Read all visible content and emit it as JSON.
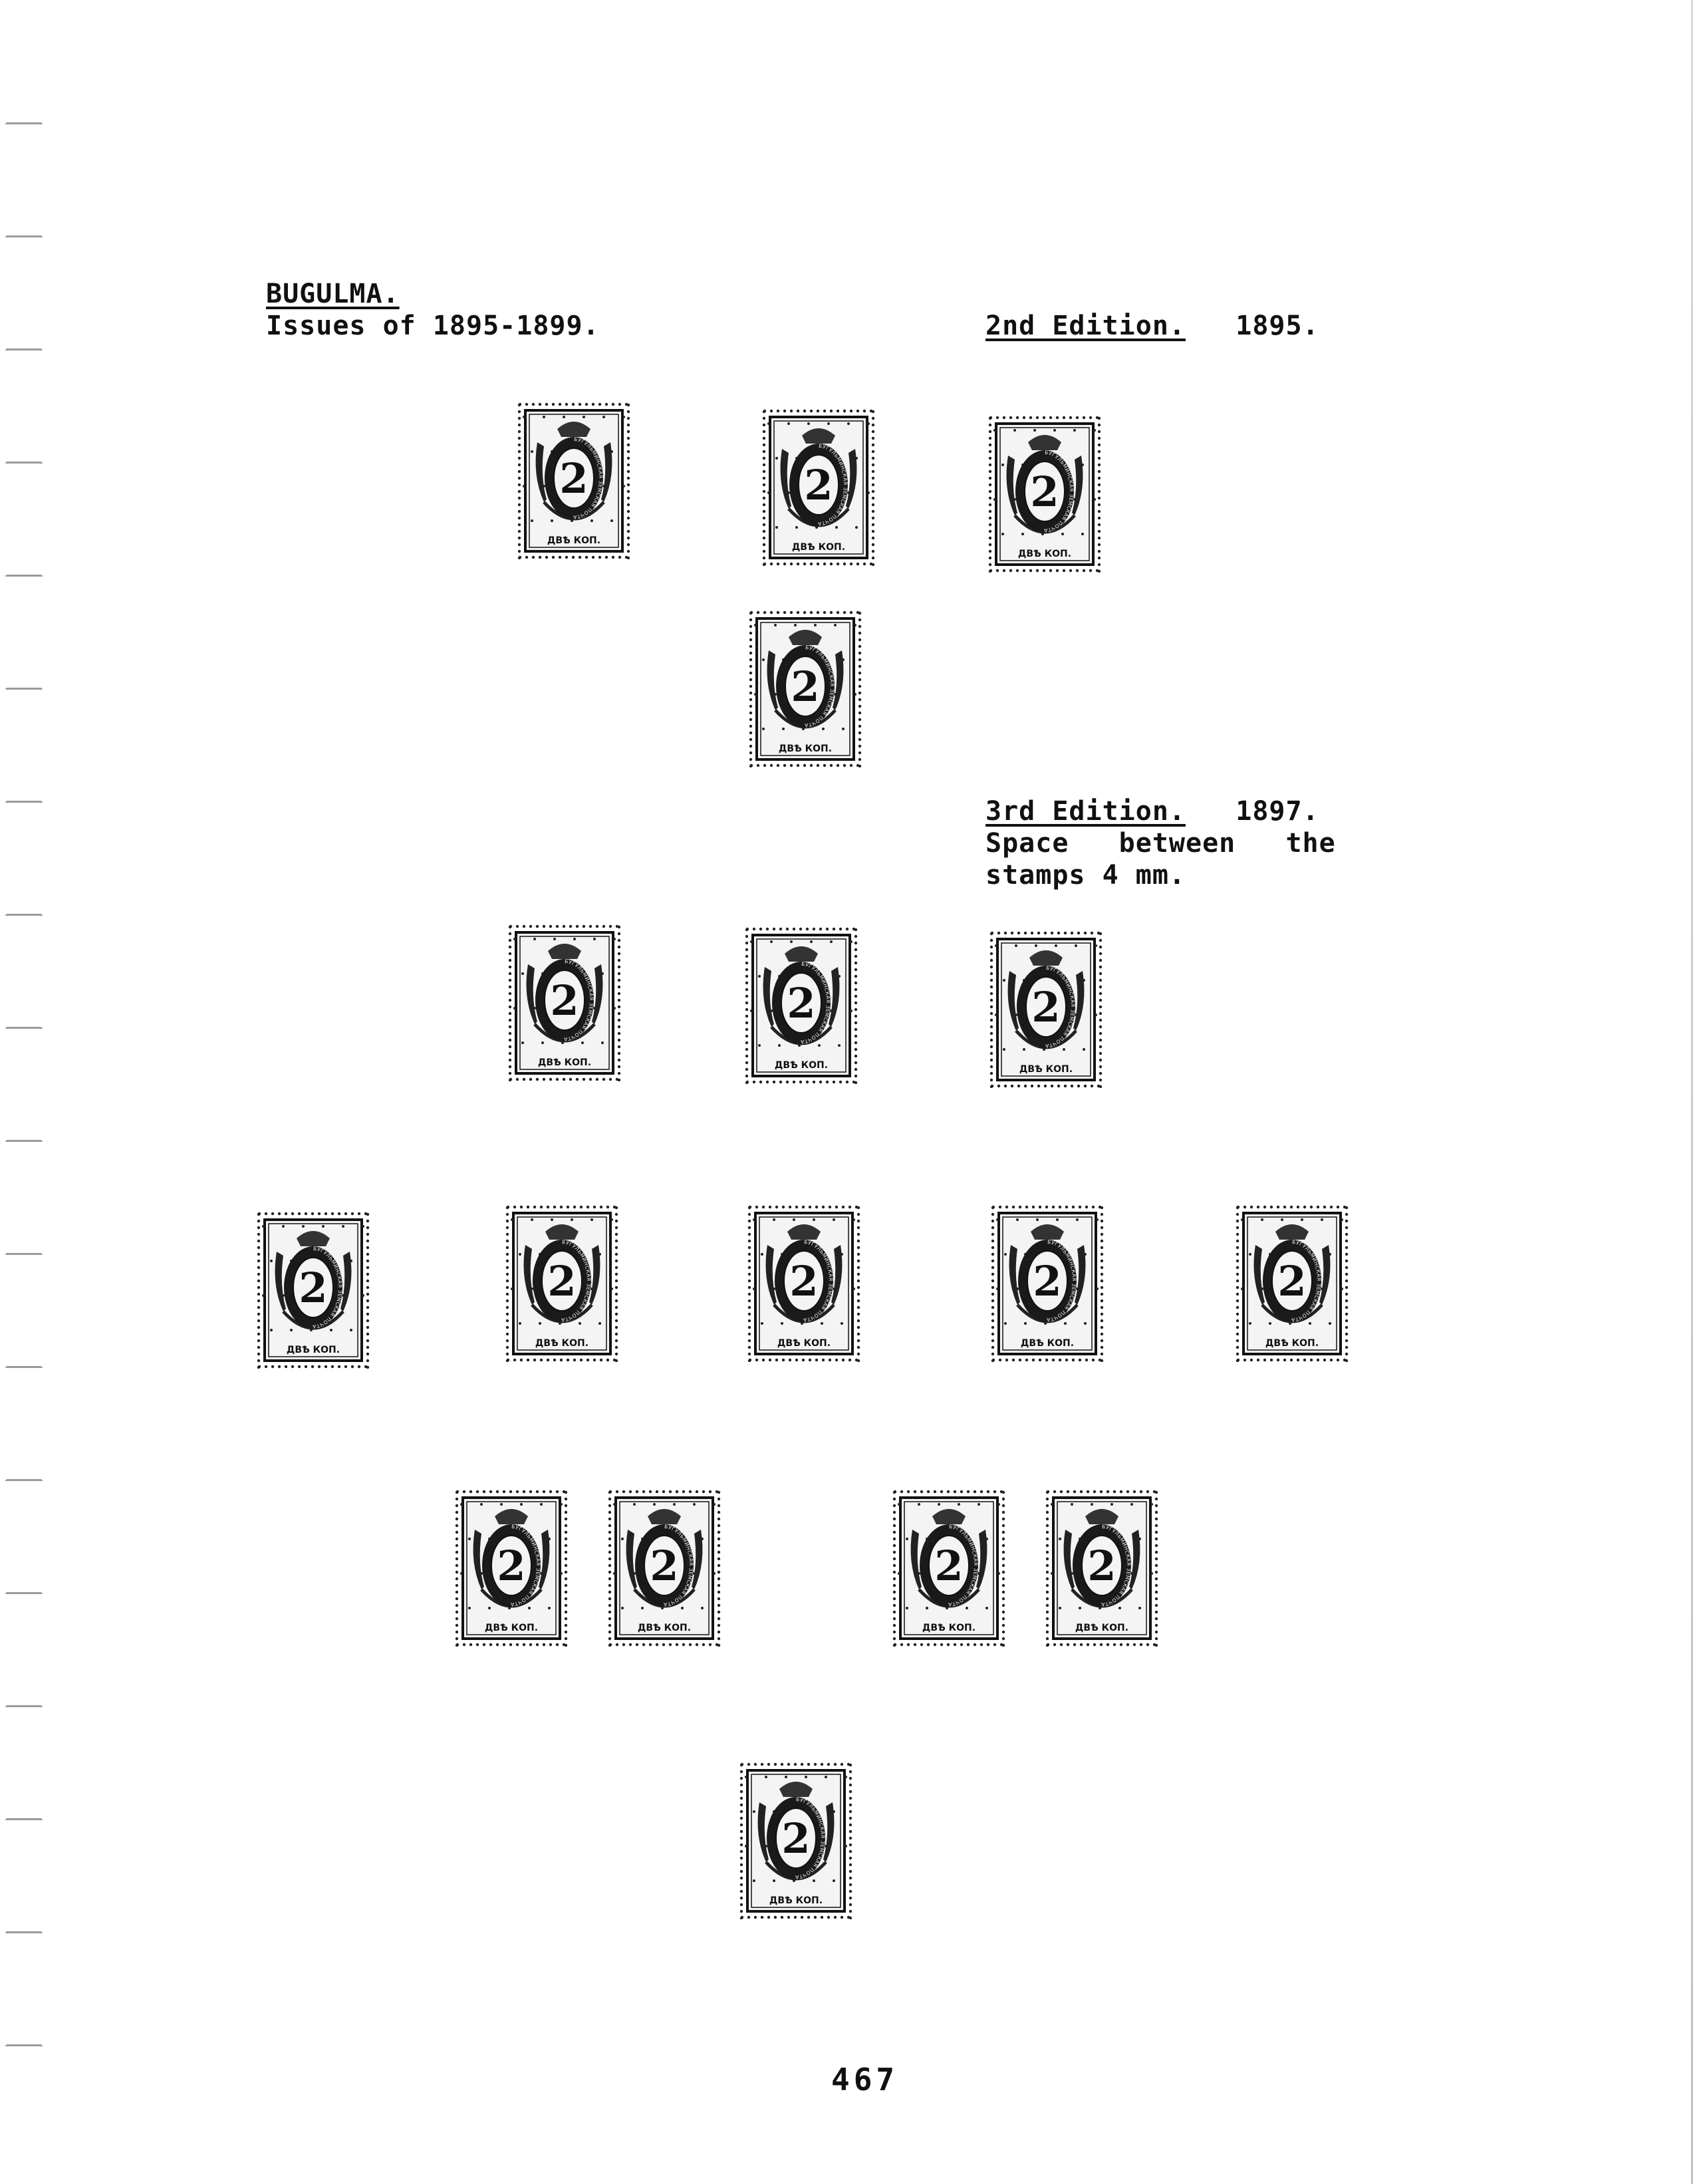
{
  "header": {
    "region": "BUGULMA.",
    "issues": "Issues of 1895-1899."
  },
  "sections": [
    {
      "edition": "2nd Edition.",
      "year": "1895."
    },
    {
      "edition": "3rd Edition.",
      "year": "1897.",
      "note_line1": "Space   between   the",
      "note_line2": "stamps 4 mm."
    }
  ],
  "stamp": {
    "denomination": "2",
    "inscription": "ДВѢ КОП.",
    "ring_text": "БУГУЛЬМИНСКАЯ ЗЕМСКАЯ ПОЧТА"
  },
  "page_number": "467"
}
